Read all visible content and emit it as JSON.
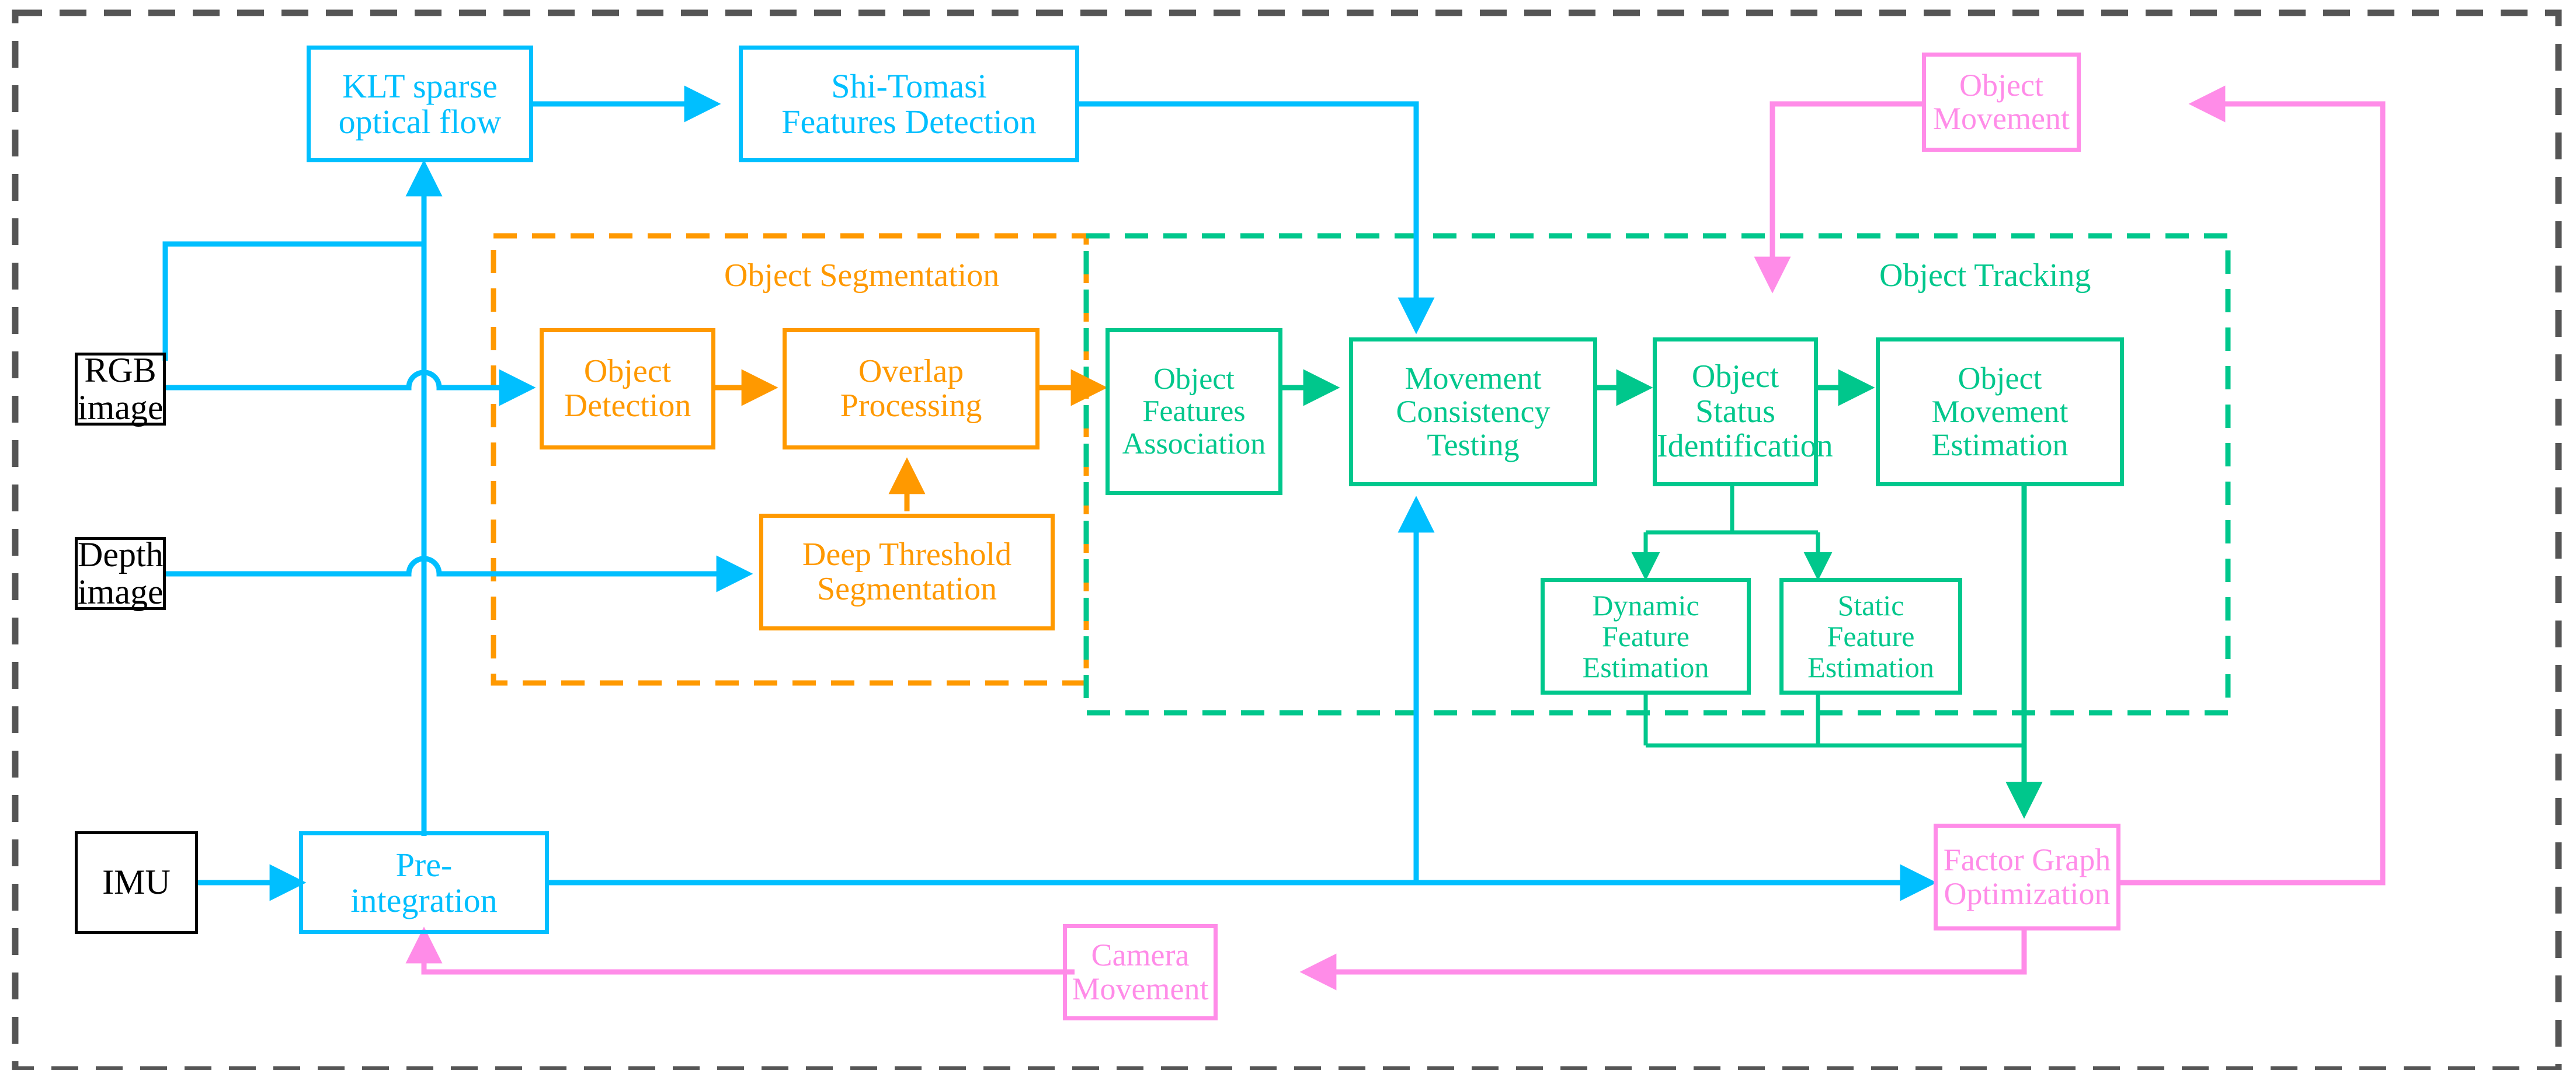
{
  "diagram": {
    "title": "Dynamic Visual-Inertial SLAM system pipeline",
    "colors": {
      "cyan": "#00BFFF",
      "orange": "#FF9900",
      "teal": "#00C78C",
      "pink": "#FF8CE8",
      "black": "#000000",
      "outer_border": "#555555",
      "background": "#FFFFFF"
    },
    "groups": [
      {
        "id": "object-segmentation",
        "label": "Object Segmentation",
        "color": "#FF9900",
        "style": "dashed"
      },
      {
        "id": "object-tracking",
        "label": "Object Tracking",
        "color": "#00C78C",
        "style": "dashed"
      }
    ],
    "nodes": [
      {
        "id": "rgb-image",
        "lines": [
          "RGB",
          "image"
        ],
        "color": "black",
        "font": 60
      },
      {
        "id": "depth-image",
        "lines": [
          "Depth",
          "image"
        ],
        "color": "black",
        "font": 60
      },
      {
        "id": "imu",
        "lines": [
          "IMU"
        ],
        "color": "black",
        "font": 60
      },
      {
        "id": "klt-sparse-optical-flow",
        "lines": [
          "KLT sparse",
          "optical flow"
        ],
        "color": "cyan",
        "font": 58
      },
      {
        "id": "shi-tomasi-features-detection",
        "lines": [
          "Shi-Tomasi",
          "Features Detection"
        ],
        "color": "cyan",
        "font": 58
      },
      {
        "id": "pre-integration",
        "lines": [
          "Pre-",
          "integration"
        ],
        "color": "cyan",
        "font": 58
      },
      {
        "id": "object-detection",
        "lines": [
          "Object",
          "Detection"
        ],
        "color": "orange",
        "font": 56
      },
      {
        "id": "overlap-processing",
        "lines": [
          "Overlap",
          "Processing"
        ],
        "color": "orange",
        "font": 56
      },
      {
        "id": "deep-threshold-segmentation",
        "lines": [
          "Deep Threshold",
          "Segmentation"
        ],
        "color": "orange",
        "font": 56
      },
      {
        "id": "object-features-association",
        "lines": [
          "Object",
          "Features",
          "Association"
        ],
        "color": "teal",
        "font": 52
      },
      {
        "id": "movement-consistency-testing",
        "lines": [
          "Movement",
          "Consistency",
          "Testing"
        ],
        "color": "teal",
        "font": 54
      },
      {
        "id": "object-status-identification",
        "lines": [
          "Object Status",
          "Identification"
        ],
        "color": "teal",
        "font": 56
      },
      {
        "id": "object-movement-estimation",
        "lines": [
          "Object",
          "Movement",
          "Estimation"
        ],
        "color": "teal",
        "font": 54
      },
      {
        "id": "dynamic-feature-estimation",
        "lines": [
          "Dynamic",
          "Feature",
          "Estimation"
        ],
        "color": "teal",
        "font": 50
      },
      {
        "id": "static-feature-estimation",
        "lines": [
          "Static",
          "Feature",
          "Estimation"
        ],
        "color": "teal",
        "font": 50
      },
      {
        "id": "factor-graph-optimization",
        "lines": [
          "Factor Graph",
          "Optimization"
        ],
        "color": "pink",
        "font": 54
      },
      {
        "id": "object-movement",
        "lines": [
          "Object",
          "Movement"
        ],
        "color": "pink",
        "font": 54
      },
      {
        "id": "camera-movement",
        "lines": [
          "Camera",
          "Movement"
        ],
        "color": "pink",
        "font": 54
      }
    ],
    "edges": [
      {
        "from": "pre-integration",
        "to": "klt-sparse-optical-flow",
        "color": "#00BFFF"
      },
      {
        "from": "klt-sparse-optical-flow",
        "to": "shi-tomasi-features-detection",
        "color": "#00BFFF"
      },
      {
        "from": "shi-tomasi-features-detection",
        "to": "movement-consistency-testing",
        "color": "#00BFFF"
      },
      {
        "from": "rgb-image",
        "to": "klt-sparse-optical-flow",
        "color": "#00BFFF"
      },
      {
        "from": "rgb-image",
        "to": "object-detection",
        "color": "#00BFFF"
      },
      {
        "from": "depth-image",
        "to": "deep-threshold-segmentation",
        "color": "#00BFFF"
      },
      {
        "from": "imu",
        "to": "pre-integration",
        "color": "#00BFFF"
      },
      {
        "from": "pre-integration",
        "to": "factor-graph-optimization",
        "color": "#00BFFF"
      },
      {
        "from": "object-detection",
        "to": "overlap-processing",
        "color": "#FF9900"
      },
      {
        "from": "deep-threshold-segmentation",
        "to": "overlap-processing",
        "color": "#FF9900"
      },
      {
        "from": "overlap-processing",
        "to": "object-features-association",
        "color": "#FF9900"
      },
      {
        "from": "object-features-association",
        "to": "movement-consistency-testing",
        "color": "#00C78C"
      },
      {
        "from": "movement-consistency-testing",
        "to": "object-status-identification",
        "color": "#00C78C"
      },
      {
        "from": "object-status-identification",
        "to": "object-movement-estimation",
        "color": "#00C78C"
      },
      {
        "from": "object-status-identification",
        "to": "dynamic-feature-estimation",
        "color": "#00C78C"
      },
      {
        "from": "object-status-identification",
        "to": "static-feature-estimation",
        "color": "#00C78C"
      },
      {
        "from": "dynamic-feature-estimation",
        "to": "factor-graph-optimization",
        "color": "#00C78C"
      },
      {
        "from": "static-feature-estimation",
        "to": "factor-graph-optimization",
        "color": "#00C78C"
      },
      {
        "from": "object-movement-estimation",
        "to": "factor-graph-optimization",
        "color": "#00C78C"
      },
      {
        "from": "factor-graph-optimization",
        "to": "object-movement",
        "color": "#FF8CE8"
      },
      {
        "from": "object-movement",
        "to": "object-status-identification",
        "color": "#FF8CE8"
      },
      {
        "from": "factor-graph-optimization",
        "to": "camera-movement",
        "color": "#FF8CE8"
      },
      {
        "from": "camera-movement",
        "to": "pre-integration",
        "color": "#FF8CE8"
      }
    ]
  }
}
